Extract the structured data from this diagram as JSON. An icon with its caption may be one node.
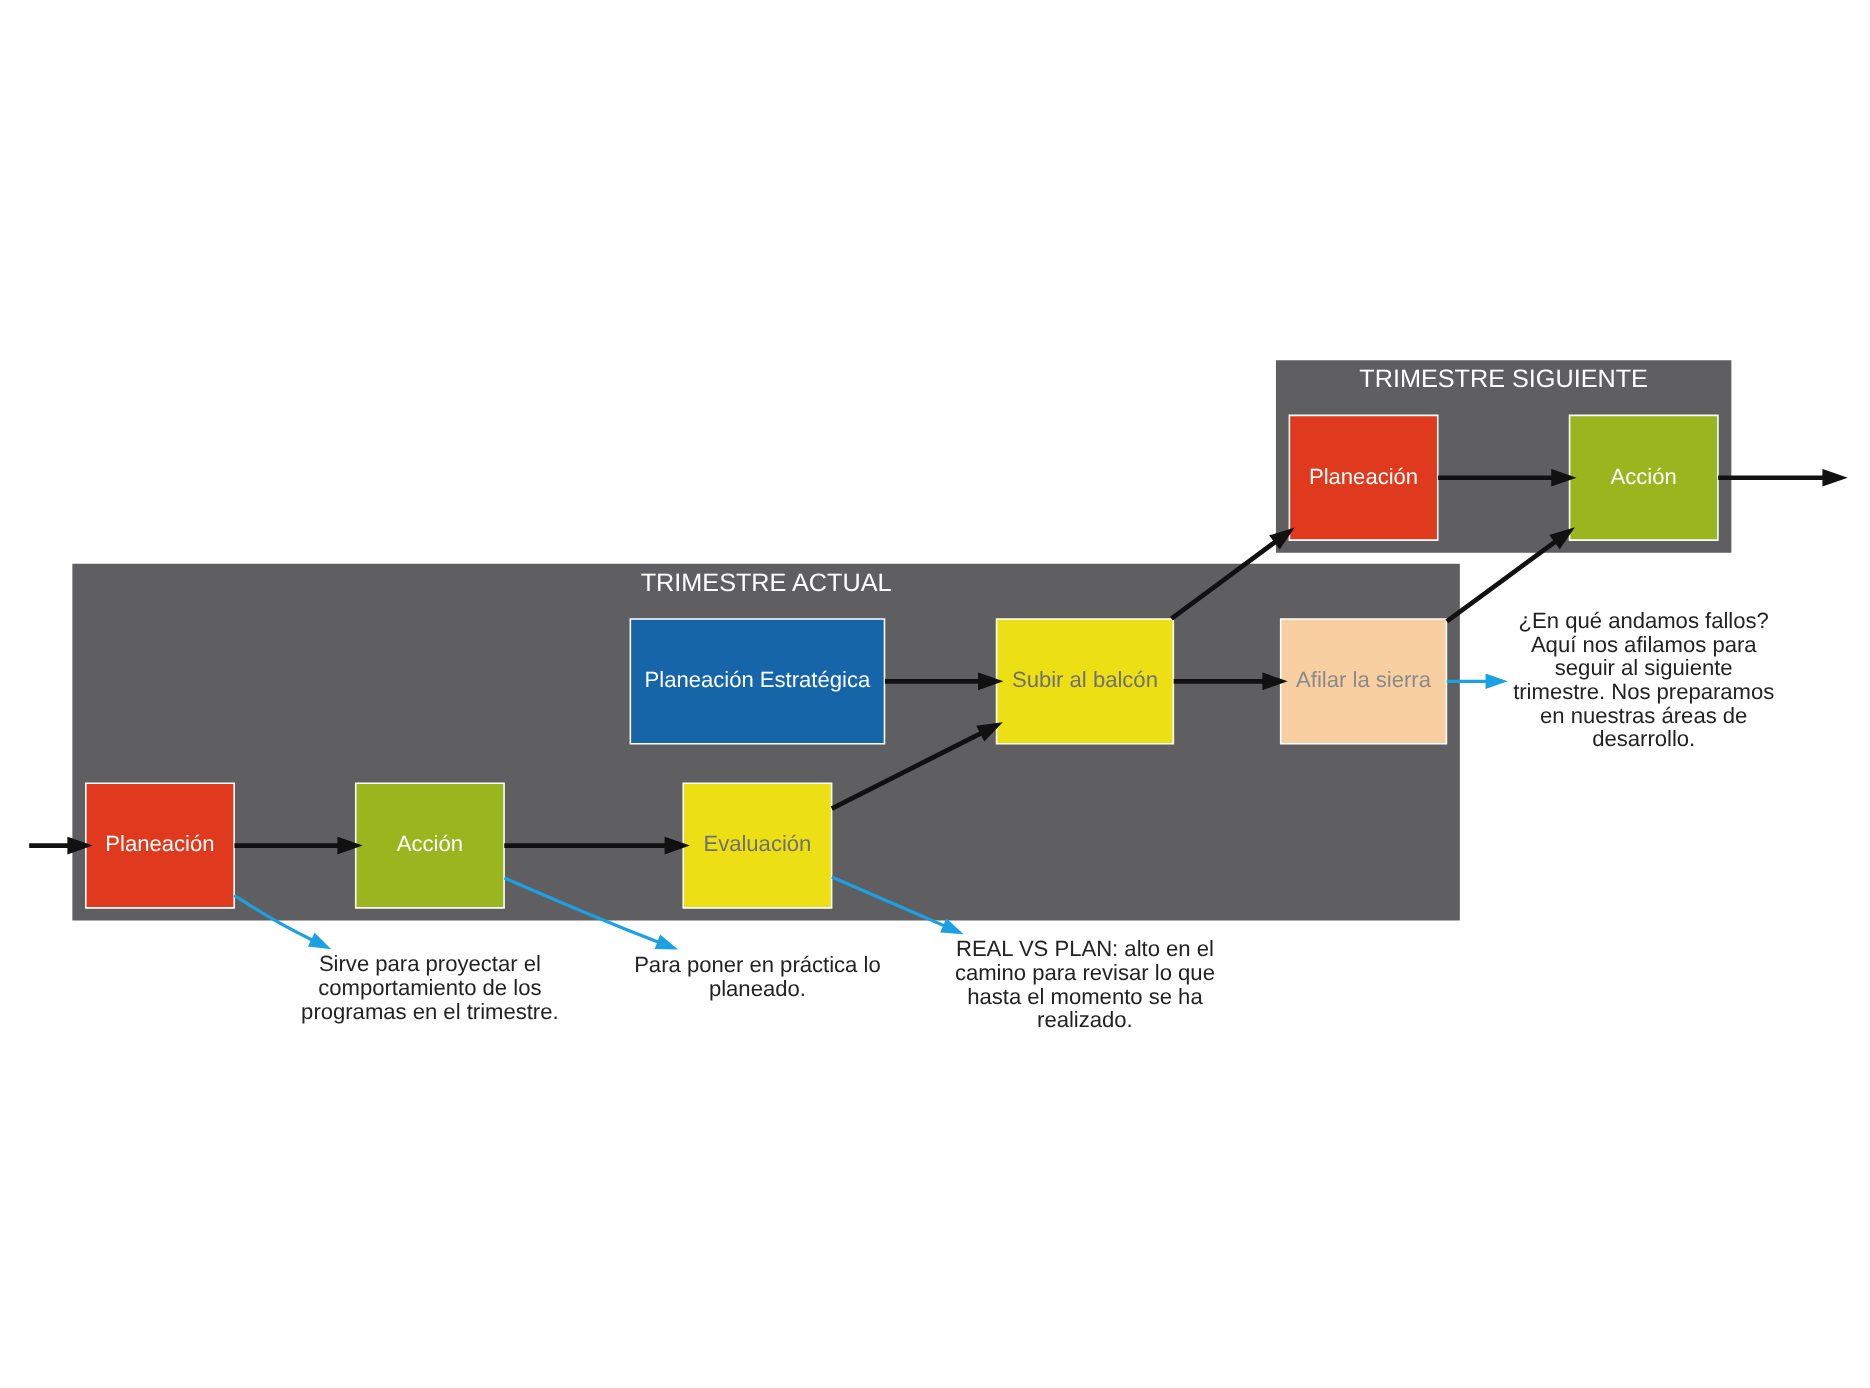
{
  "diagram": {
    "nodes": [
      {
        "text": [
          "TRIMESTRE ACTUAL"
        ]
      },
      {
        "text": [
          "TRIMESTRE SIGUIENTE"
        ]
      },
      {
        "text": [
          "Planeación"
        ],
        "in": 0
      },
      {
        "text": [
          "Acción"
        ],
        "in": 0
      },
      {
        "text": [
          "Evaluación"
        ],
        "in": 0
      },
      {
        "text": [
          "Subir al balcón"
        ],
        "in": 0
      },
      {
        "text": [
          "Afilar la sierra"
        ],
        "in": 0
      },
      {
        "text": [
          "Planeación Estratégica"
        ],
        "in": 0
      },
      {
        "text": [
          "Planeación"
        ],
        "in": 1
      },
      {
        "text": [
          "Acción"
        ],
        "in": 1
      },
      {
        "text": [
          "Sirve para proyectar el comportamiento de los programas en el trimestre."
        ]
      },
      {
        "text": [
          "Para poner en práctica lo planeado."
        ]
      },
      {
        "text": [
          "REAL VS PLAN: alto en el camino para revisar lo que hasta el momento se ha realizado."
        ]
      },
      {
        "text": [
          "¿En qué andamos fallos? Aquí nos afilamos para seguir al siguiente trimestre. Nos preparamos en nuestras áreas de desarrollo."
        ]
      }
    ],
    "edges": [
      {
        "from": null,
        "to": 2,
        "arrow": "to"
      },
      {
        "from": 2,
        "to": 3,
        "arrow": "to"
      },
      {
        "from": 3,
        "to": 4,
        "arrow": "to"
      },
      {
        "from": 4,
        "to": 5,
        "arrow": "to"
      },
      {
        "from": 7,
        "to": 5,
        "arrow": "to"
      },
      {
        "from": 5,
        "to": 6,
        "arrow": "to"
      },
      {
        "from": 5,
        "to": 8,
        "arrow": "to"
      },
      {
        "from": 6,
        "to": 9,
        "arrow": "to"
      },
      {
        "from": 8,
        "to": 9,
        "arrow": "to"
      },
      {
        "from": 9,
        "to": null,
        "arrow": "to"
      },
      {
        "from": 2,
        "to": 10,
        "arrow": "to",
        "color": "#1ba1e2"
      },
      {
        "from": 3,
        "to": 11,
        "arrow": "to",
        "color": "#1ba1e2"
      },
      {
        "from": 4,
        "to": 12,
        "arrow": "to",
        "color": "#1ba1e2"
      },
      {
        "from": 6,
        "to": 13,
        "arrow": "to",
        "color": "#1ba1e2"
      }
    ]
  }
}
